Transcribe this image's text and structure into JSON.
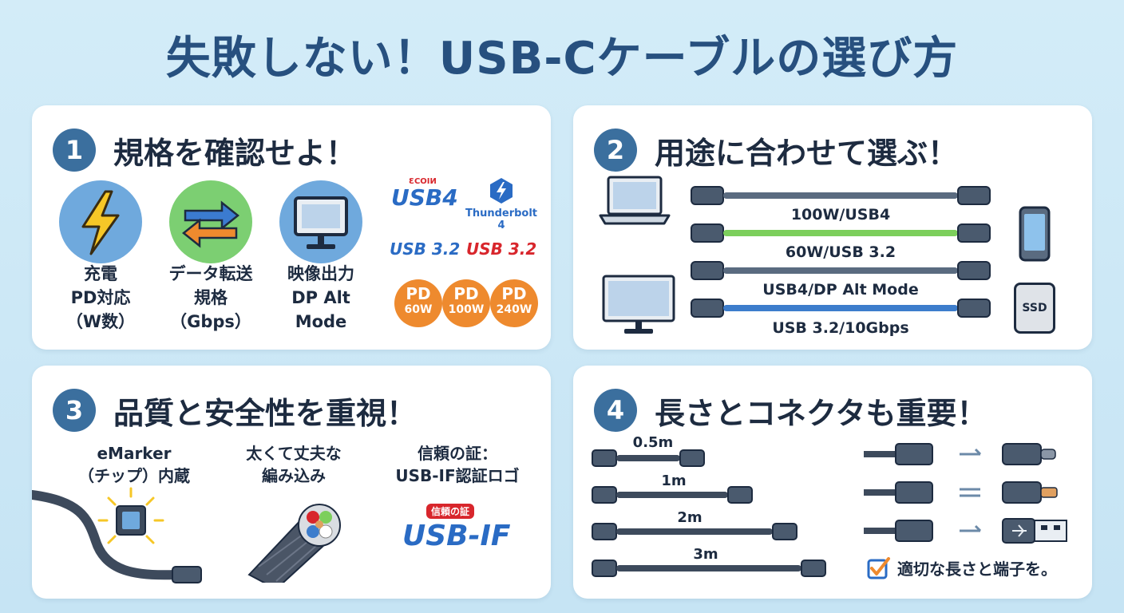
{
  "title": "失敗しない！USB-Cケーブルの選び方",
  "section1": {
    "num": "1",
    "title": "規格を確認せよ！",
    "items": [
      {
        "icon": "lightning-icon",
        "lines": [
          "充電",
          "PD対応",
          "（W数）"
        ]
      },
      {
        "icon": "transfer-arrows-icon",
        "lines": [
          "データ転送",
          "規格",
          "（Gbps）"
        ]
      },
      {
        "icon": "monitor-icon",
        "lines": [
          "映像出力",
          "DP Alt",
          "Mode"
        ]
      }
    ],
    "logos": {
      "usb4_small": "ƐCOIИ",
      "usb4": "USB4",
      "thunderbolt": "Thunderbolt 4",
      "usb32_a": "USB 3.2",
      "usb32_b": "USB 3.2",
      "pd": [
        {
          "top": "PD",
          "bottom": "60W"
        },
        {
          "top": "PD",
          "bottom": "100W"
        },
        {
          "top": "PD",
          "bottom": "240W"
        }
      ]
    }
  },
  "section2": {
    "num": "2",
    "title": "用途に合わせて選ぶ！",
    "cables": [
      {
        "label": "100W/USB4",
        "color": "#5a6b80"
      },
      {
        "label": "60W/USB 3.2",
        "color": "#7ccf5c"
      },
      {
        "label": "USB4/DP Alt Mode",
        "color": "#5a6b80"
      },
      {
        "label": "USB 3.2/10Gbps",
        "color": "#3d7dcc"
      }
    ],
    "devices": [
      "laptop-icon",
      "monitor-icon",
      "phone-icon",
      "ssd-icon"
    ],
    "ssd_label": "SSD"
  },
  "section3": {
    "num": "3",
    "title": "品質と安全性を重視！",
    "items": [
      {
        "lines": [
          "eMarker",
          "（チップ）内蔵"
        ]
      },
      {
        "lines": [
          "太くて丈夫な",
          "編み込み"
        ]
      },
      {
        "lines": [
          "信頼の証：",
          "USB-IF認証ロゴ"
        ]
      }
    ],
    "logo_small": "信頼の証",
    "logo_main": "USB-IF"
  },
  "section4": {
    "num": "4",
    "title": "長さとコネクタも重要！",
    "lengths": [
      "0.5m",
      "1m",
      "2m",
      "3m"
    ],
    "connectors": [
      "USB-C",
      "Lightning",
      "USB-A"
    ],
    "check_note": "適切な長さと端子を。"
  },
  "colors": {
    "title": "#27507f",
    "badge": "#3b6f9e",
    "pd_orange": "#ee8a2e",
    "usb_blue": "#2a6bc4",
    "usb_red": "#d8262c"
  }
}
